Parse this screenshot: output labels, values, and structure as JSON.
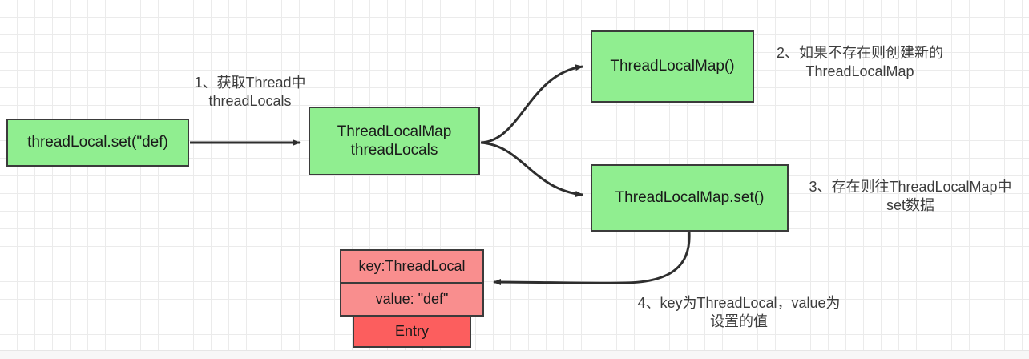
{
  "diagram": {
    "title": "ThreadLocal set flow",
    "colors": {
      "green_fill": "#90ee90",
      "salmon_fill": "#f98e8e",
      "red_fill": "#fc5e5e",
      "stroke": "#3b3b3b",
      "grid": "#ebebeb",
      "background": "#ffffff"
    },
    "nodes": {
      "threadlocal_set": "threadLocal.set(\"def)",
      "threadlocals": "ThreadLocalMap\nthreadLocals",
      "tlmap_ctor": "ThreadLocalMap()",
      "tlmap_set": "ThreadLocalMap.set()",
      "entry_key": "key:ThreadLocal",
      "entry_value": "value: \"def\"",
      "entry_name": "Entry"
    },
    "labels": {
      "step1": "1、获取Thread中\nthreadLocals",
      "step2": "2、如果不存在则创建新的\nThreadLocalMap",
      "step3": "3、存在则往ThreadLocalMap中\nset数据",
      "step4": "4、key为ThreadLocal，value为\n设置的值"
    }
  }
}
